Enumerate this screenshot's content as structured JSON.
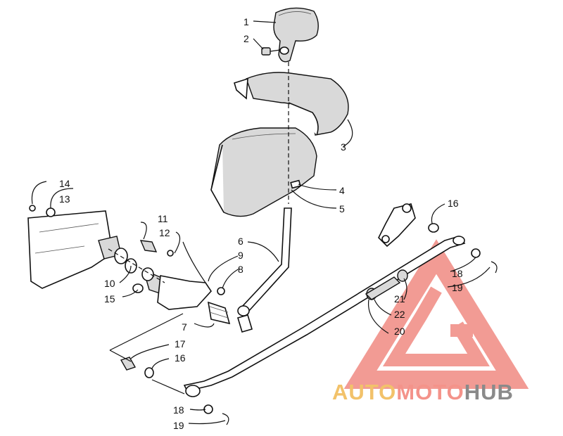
{
  "callouts": {
    "c1": "1",
    "c2": "2",
    "c3": "3",
    "c4": "4",
    "c5": "5",
    "c6": "6",
    "c7": "7",
    "c8": "8",
    "c9": "9",
    "c10": "10",
    "c11": "11",
    "c12": "12",
    "c13": "13",
    "c14": "14",
    "c15": "15",
    "c16a": "16",
    "c16b": "16",
    "c17": "17",
    "c18a": "18",
    "c18b": "18",
    "c19a": "19",
    "c19b": "19",
    "c20": "20",
    "c21": "21",
    "c22": "22"
  },
  "watermark": {
    "part1": "AUTO",
    "part2": "MOTO",
    "part3": "HUB",
    "colors": {
      "auto": "#f2c26a",
      "moto": "#f4938a",
      "hub": "#8a8a8a",
      "triangle": "#f08a82"
    }
  }
}
